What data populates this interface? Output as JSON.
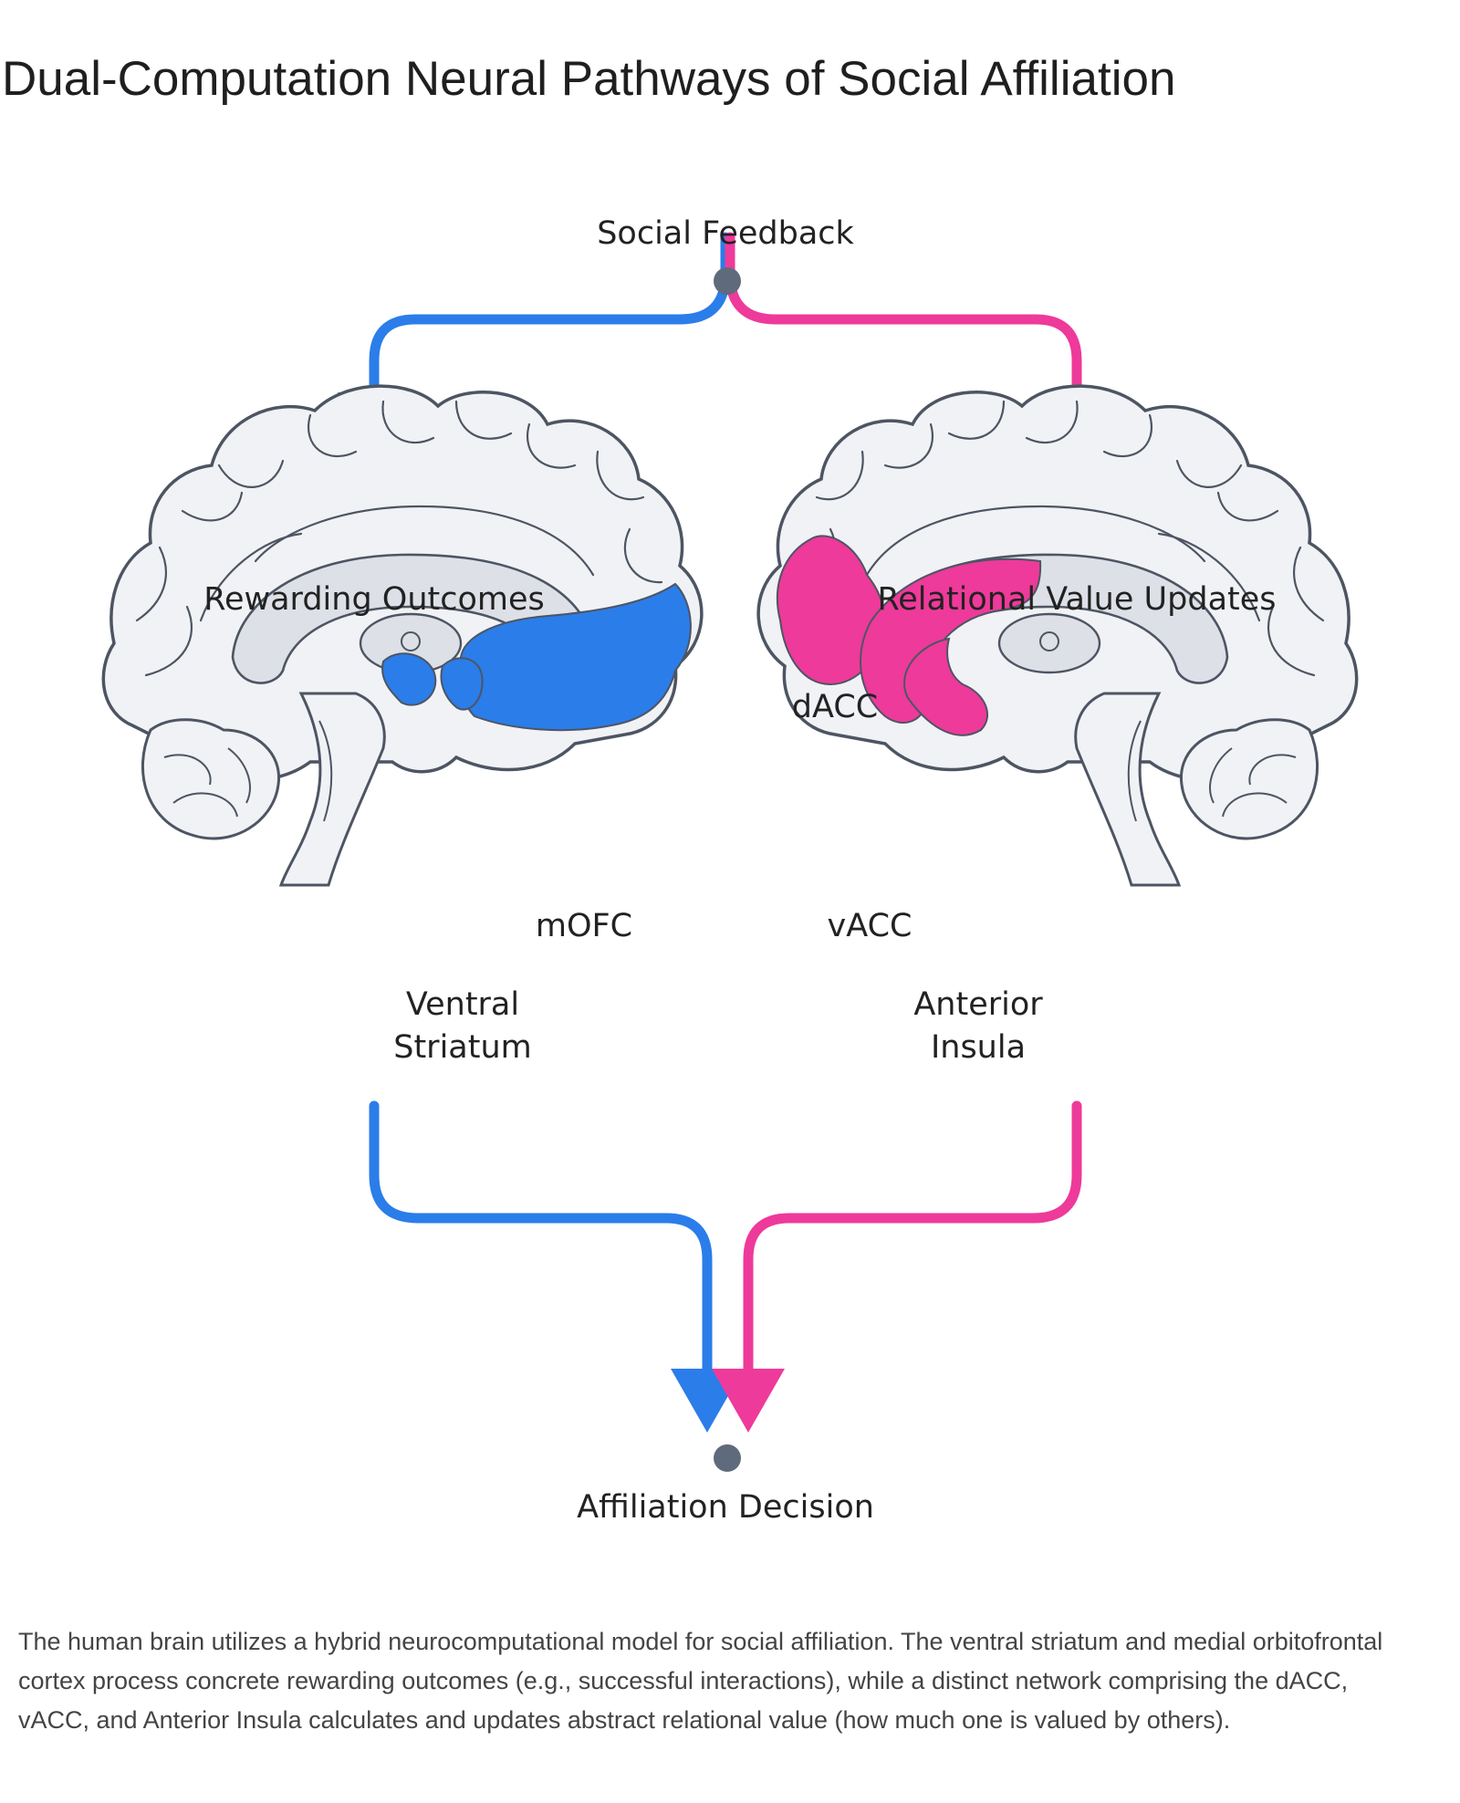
{
  "title": "Dual-Computation Neural Pathways of Social Affiliation",
  "diagram": {
    "input_node": "Social Feedback",
    "output_node": "Affiliation Decision",
    "left_branch": {
      "label": "Rewarding Outcomes",
      "regions": [
        "mOFC",
        "Ventral",
        "Striatum"
      ],
      "color": "#2b7de9"
    },
    "right_branch": {
      "label": "Relational Value Updates",
      "regions": [
        "dACC",
        "vACC",
        "Anterior",
        "Insula"
      ],
      "color": "#ee3a9a"
    },
    "node_color": "#5f6b7c",
    "brain_fill": "#f1f2f5",
    "brain_stroke": "#4d5563"
  },
  "caption": "The human brain utilizes a hybrid neurocomputational model for social affiliation. The ventral striatum and medial orbitofrontal cortex process concrete rewarding outcomes (e.g., successful interactions), while a distinct network comprising the dACC, vACC, and Anterior Insula calculates and updates abstract relational value (how much one is valued by others)."
}
